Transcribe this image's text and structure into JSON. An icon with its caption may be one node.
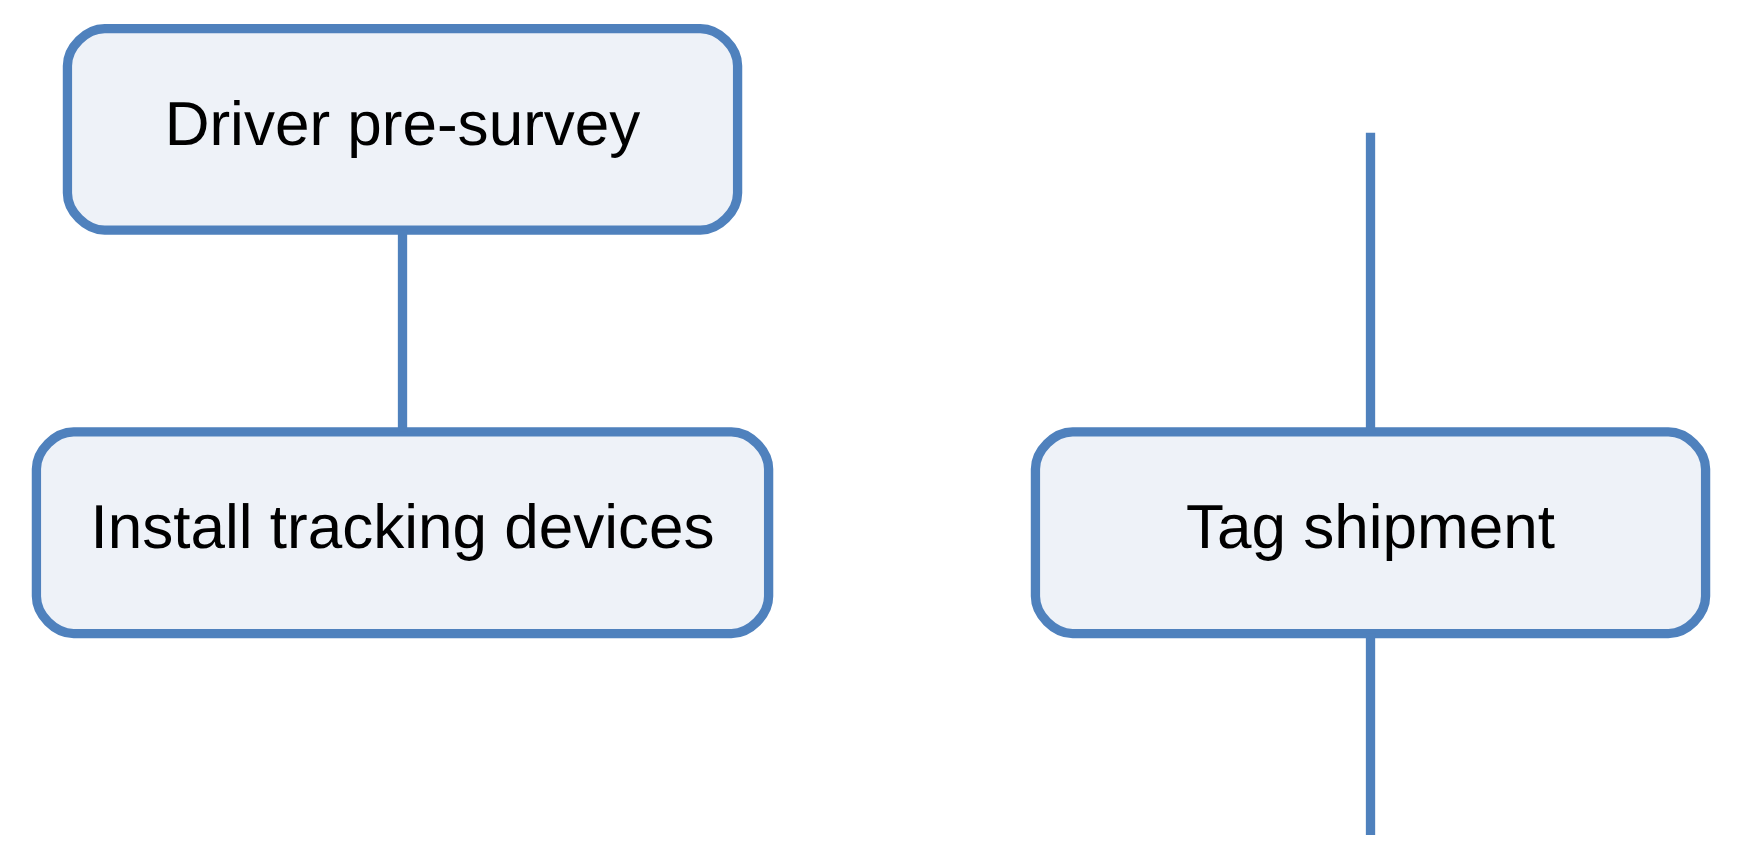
{
  "diagram": {
    "nodes": [
      {
        "text": [
          "Driver pre-survey"
        ]
      },
      {
        "text": [
          "Tag shipment"
        ]
      },
      {
        "text": [
          "Install tracking devices"
        ]
      }
    ],
    "edges": [
      {
        "from": null,
        "to": 1,
        "arrow": "none"
      },
      {
        "from": 0,
        "to": 2,
        "arrow": "none"
      },
      {
        "from": 1,
        "to": null,
        "arrow": "none"
      }
    ]
  }
}
